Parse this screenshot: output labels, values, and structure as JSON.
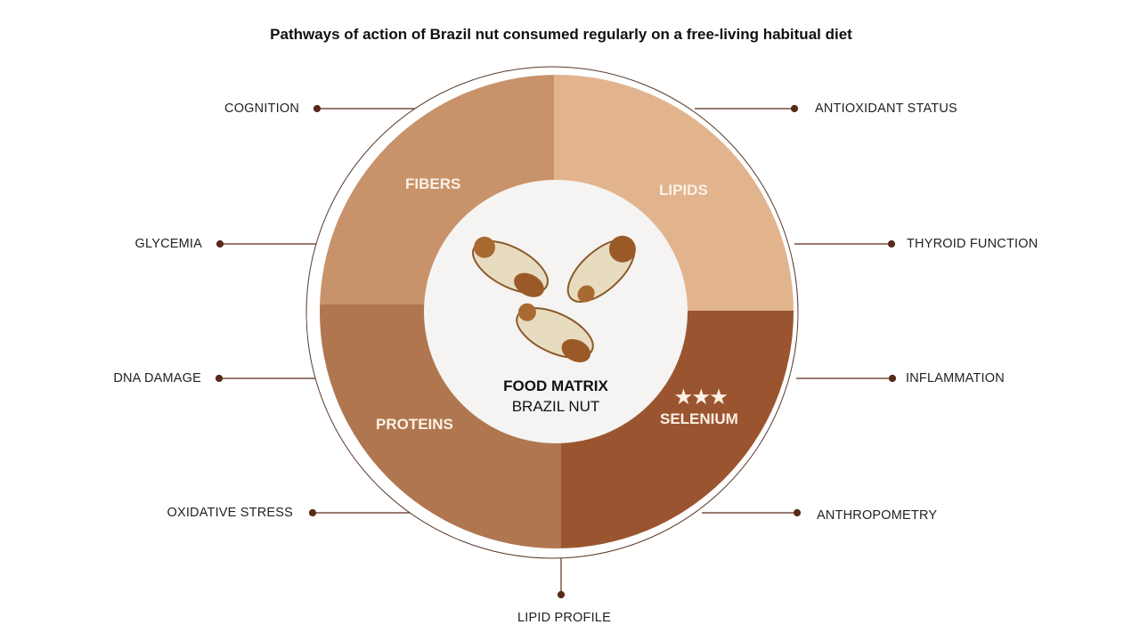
{
  "title": "Pathways of action of Brazil nut consumed regularly on a free-living habitual diet",
  "center": {
    "title": "FOOD MATRIX",
    "subtitle": "BRAZIL NUT"
  },
  "quadrants": [
    {
      "label": "FIBERS",
      "color": "#c8926a"
    },
    {
      "label": "LIPIDS",
      "color": "#e2b48e"
    },
    {
      "label": "PROTEINS",
      "color": "#b07650"
    },
    {
      "label": "SELENIUM",
      "color": "#9a5530",
      "stars": "★★★"
    }
  ],
  "outcomes": {
    "left": [
      "COGNITION",
      "GLYCEMIA",
      "DNA DAMAGE",
      "OXIDATIVE STRESS"
    ],
    "right": [
      "ANTIOXIDANT STATUS",
      "THYROID FUNCTION",
      "INFLAMMATION",
      "ANTHROPOMETRY"
    ],
    "bottom": "LIPID PROFILE"
  },
  "colors": {
    "connector": "#5a2a1a",
    "inner": "#f5f4f2"
  }
}
